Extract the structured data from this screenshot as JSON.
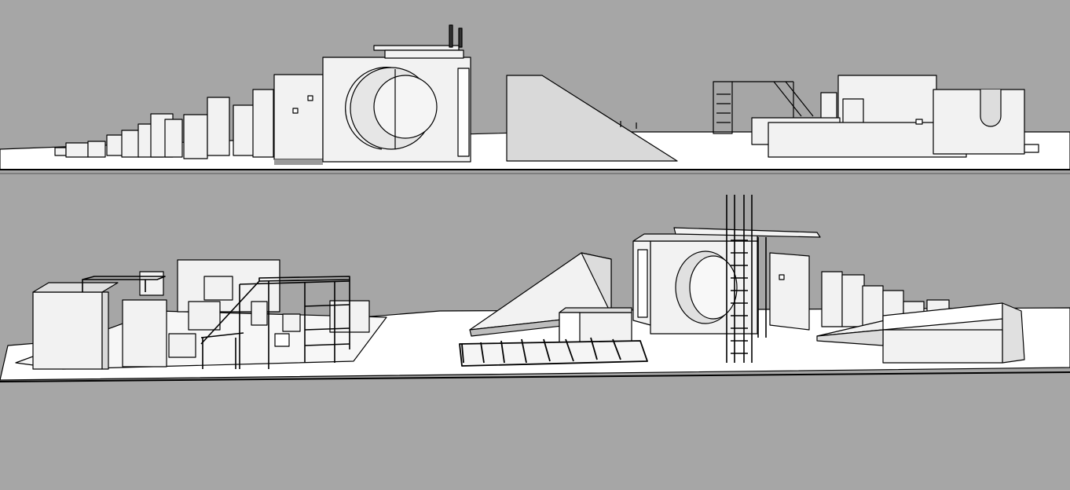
{
  "viewport": {
    "background": "#a6a6a6",
    "ground_color": "#ffffff",
    "face_light": "#f2f2f2",
    "face_mid": "#d9d9d9",
    "face_dark": "#bdbdbd",
    "shadow": "#9a9a9a",
    "edge_color": "#000000"
  },
  "views": [
    {
      "name": "elevation-view",
      "objects": [
        "stepped-blocks",
        "wall-with-windows",
        "pipe-cube",
        "diving-platform",
        "ramp",
        "ladder-frame",
        "low-wall",
        "half-pipe"
      ]
    },
    {
      "name": "perspective-view",
      "objects": [
        "block-cluster",
        "scaffold-frame",
        "ramp",
        "fence-row",
        "pipe-cube",
        "ladder",
        "platform-top",
        "stepped-blocks",
        "low-wall"
      ]
    }
  ]
}
